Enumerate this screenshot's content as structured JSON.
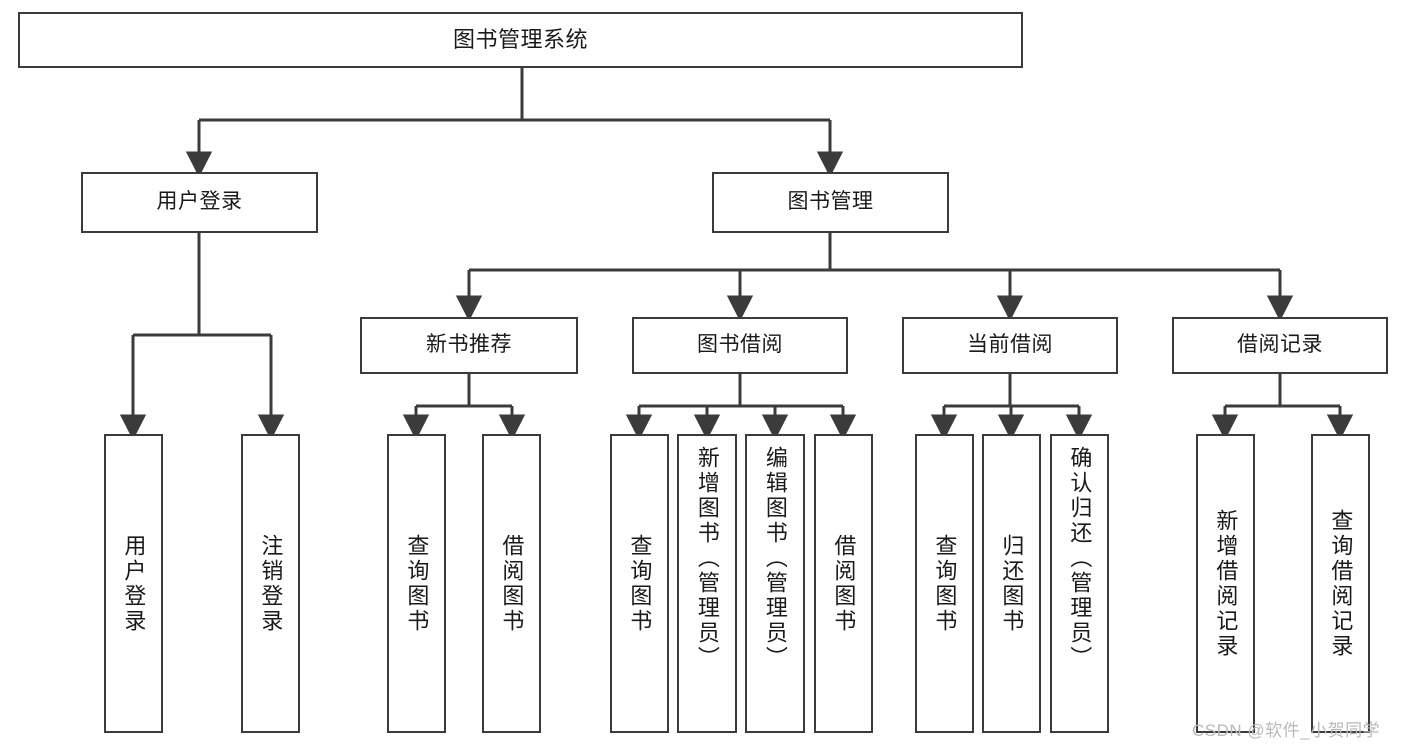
{
  "diagram": {
    "title": "图书管理系统",
    "watermark": "CSDN @软件_小贺同学",
    "line_color": "#3b3b3b",
    "box_fill": "#ffffff",
    "text_color": "#1a1a1a",
    "watermark_color": "#b9b9b9",
    "root": {
      "label": "图书管理系统"
    },
    "level1": [
      {
        "label": "用户登录"
      },
      {
        "label": "图书管理"
      }
    ],
    "level2": [
      {
        "label": "新书推荐"
      },
      {
        "label": "图书借阅"
      },
      {
        "label": "当前借阅"
      },
      {
        "label": "借阅记录"
      }
    ],
    "leaves": {
      "user_login": [
        {
          "label": "用户登录"
        },
        {
          "label": "注销登录"
        }
      ],
      "new_book_recommend": [
        {
          "label": "查询图书"
        },
        {
          "label": "借阅图书"
        }
      ],
      "book_borrow": [
        {
          "label": "查询图书"
        },
        {
          "label": "新增图书（管理员）"
        },
        {
          "label": "编辑图书（管理员）"
        },
        {
          "label": "借阅图书"
        }
      ],
      "current_borrow": [
        {
          "label": "查询图书"
        },
        {
          "label": "归还图书"
        },
        {
          "label": "确认归还（管理员）"
        }
      ],
      "borrow_record": [
        {
          "label": "新增借阅记录"
        },
        {
          "label": "查询借阅记录"
        }
      ]
    }
  }
}
